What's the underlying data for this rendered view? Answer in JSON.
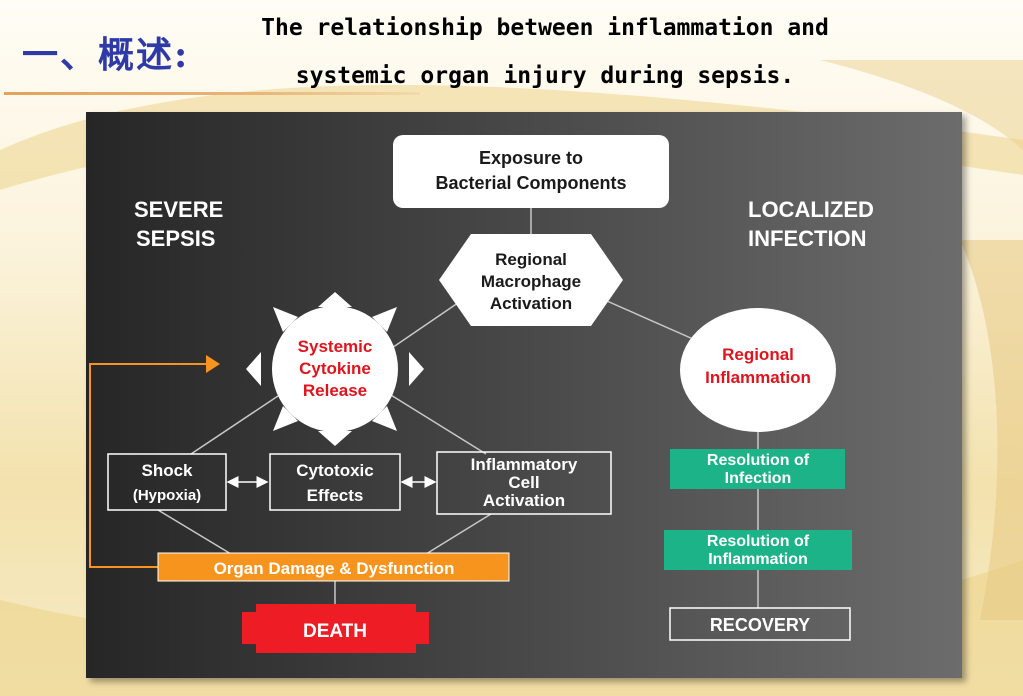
{
  "slide": {
    "heading": "一、概述:",
    "title_line1": "The relationship between inflammation and",
    "title_line2": "systemic organ injury during sepsis."
  },
  "diagram": {
    "left_label_line1": "SEVERE",
    "left_label_line2": "SEPSIS",
    "right_label_line1": "LOCALIZED",
    "right_label_line2": "INFECTION",
    "nodes": {
      "exposure": [
        "Exposure to",
        "Bacterial Components"
      ],
      "macrophage": [
        "Regional",
        "Macrophage",
        "Activation"
      ],
      "cytokine": [
        "Systemic",
        "Cytokine",
        "Release"
      ],
      "regional_inflammation": [
        "Regional",
        "Inflammation"
      ],
      "shock": [
        "Shock",
        "(Hypoxia)"
      ],
      "cytotoxic": [
        "Cytotoxic",
        "Effects"
      ],
      "inflammatory_cell": [
        "Inflammatory",
        "Cell",
        "Activation"
      ],
      "organ_damage": "Organ Damage & Dysfunction",
      "death": "DEATH",
      "resolution_infection": [
        "Resolution of",
        "Infection"
      ],
      "resolution_inflammation": [
        "Resolution of",
        "Inflammation"
      ],
      "recovery": "RECOVERY"
    },
    "colors": {
      "cytokine_text": "#e0141c",
      "organ_damage_fill": "#f7941d",
      "death_fill": "#ee1c24",
      "resolution_fill": "#1db388",
      "feedback_arrow": "#f7941d",
      "connector": "#c8c8c8"
    }
  }
}
